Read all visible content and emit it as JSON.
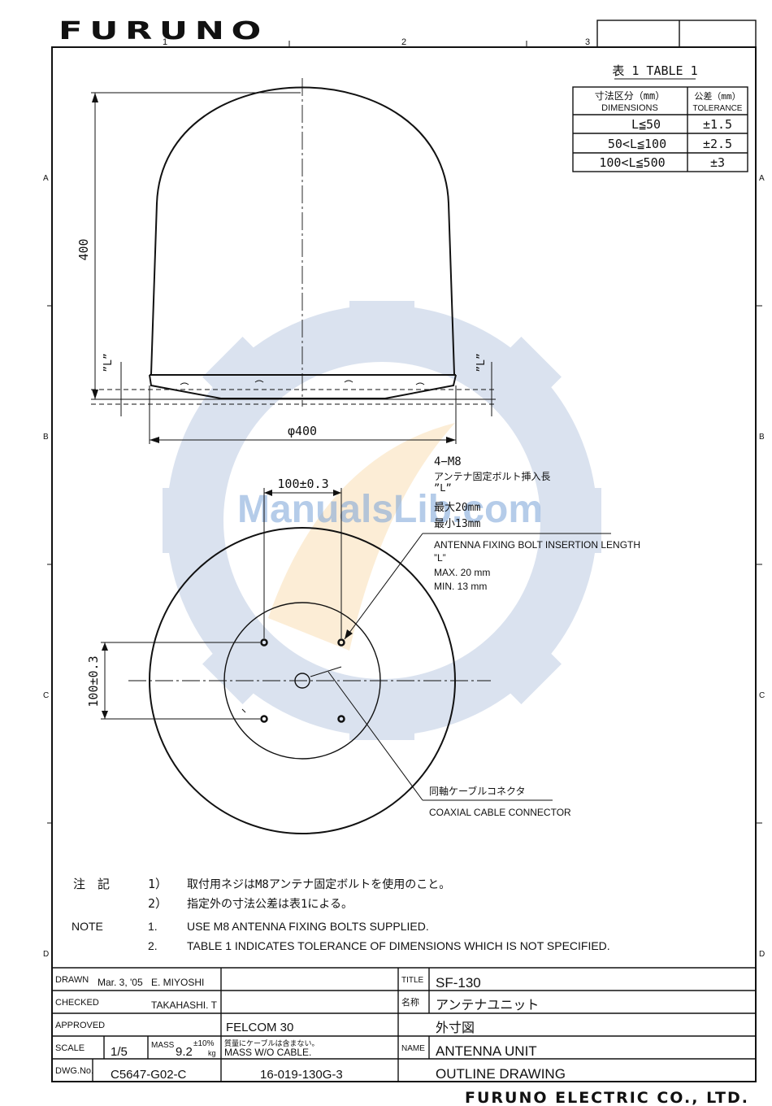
{
  "header": {
    "brand": "FURUNO",
    "zones_top": [
      "1",
      "2",
      "3"
    ],
    "zones_side": [
      "A",
      "B",
      "C",
      "D"
    ]
  },
  "watermark": {
    "text": "ManualsLib.com"
  },
  "table1": {
    "title": "表 1  TABLE 1",
    "col1_header_jp": "寸法区分（mm）",
    "col1_header_en": "DIMENSIONS",
    "col2_header_jp": "公差（mm）",
    "col2_header_en": "TOLERANCE",
    "rows": [
      {
        "dim": "L≦50",
        "tol": "±1.5"
      },
      {
        "dim": "50<L≦100",
        "tol": "±2.5"
      },
      {
        "dim": "100<L≦500",
        "tol": "±3"
      }
    ]
  },
  "side_view": {
    "height_label": "400",
    "diameter_label": "φ400",
    "l_left": "”L”",
    "l_right": "”L”"
  },
  "bolts": {
    "spacing_h": "100±0.3",
    "spacing_v": "100±0.3",
    "spec": "4−M8",
    "jp_insertion": "アンテナ固定ボルト挿入長",
    "jp_l": "”L”",
    "jp_max": "最大20mm",
    "jp_min": "最小13mm",
    "en_insertion": "ANTENNA FIXING BOLT INSERTION LENGTH",
    "en_l": "”L”",
    "en_max": "MAX. 20 mm",
    "en_min": "MIN. 13 mm"
  },
  "connector": {
    "jp": "同軸ケーブルコネクタ",
    "en": "COAXIAL CABLE CONNECTOR"
  },
  "notes": {
    "jp_label": "注　記",
    "en_label": "NOTE",
    "jp": [
      {
        "num": "1）",
        "text": "取付用ネジはM8アンテナ固定ボルトを使用のこと。"
      },
      {
        "num": "2）",
        "text": "指定外の寸法公差は表1による。"
      }
    ],
    "en": [
      {
        "num": "1.",
        "text": "USE M8 ANTENNA FIXING BOLTS SUPPLIED."
      },
      {
        "num": "2.",
        "text": "TABLE 1 INDICATES TOLERANCE OF DIMENSIONS WHICH IS NOT SPECIFIED."
      }
    ]
  },
  "title_block": {
    "drawn_label": "DRAWN",
    "drawn_date": "Mar. 3, '05",
    "drawn_by": "E. MIYOSHI",
    "checked_label": "CHECKED",
    "checked_by": "TAKAHASHI. T",
    "approved_label": "APPROVED",
    "model": "FELCOM 30",
    "scale_label": "SCALE",
    "scale": "1/5",
    "mass_label": "MASS",
    "mass_value": "9.2",
    "mass_tol": "±10%",
    "mass_unit": "kg",
    "mass_note_jp": "質量にケーブルは含まない。",
    "mass_note_en": "MASS W/O CABLE.",
    "dwg_label": "DWG.No.",
    "dwg_no": "C5647-G02-C",
    "dwg_no2": "16-019-130G-3",
    "title_label": "TITLE",
    "title": "SF-130",
    "name_jp_label": "名称",
    "name_jp": "アンテナユニット",
    "outline_jp": "外寸図",
    "name_label": "NAME",
    "name_en": "ANTENNA UNIT",
    "outline_en": "OUTLINE DRAWING"
  },
  "footer": {
    "company": "FURUNO ELECTRIC CO., LTD."
  }
}
